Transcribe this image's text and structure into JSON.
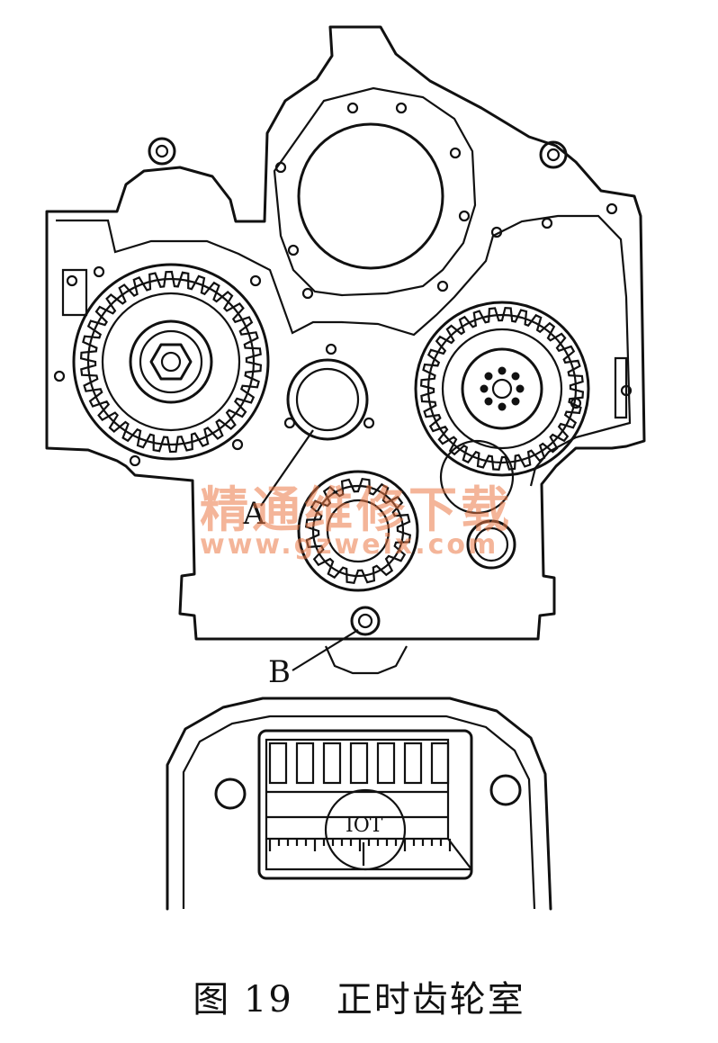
{
  "figure": {
    "number": "图 19",
    "title": "正时齿轮室"
  },
  "labels": {
    "a": "A",
    "b": "B",
    "mark": "IOT"
  },
  "watermark": {
    "text": "精通维修下载",
    "url": "www.gzweix.com"
  }
}
